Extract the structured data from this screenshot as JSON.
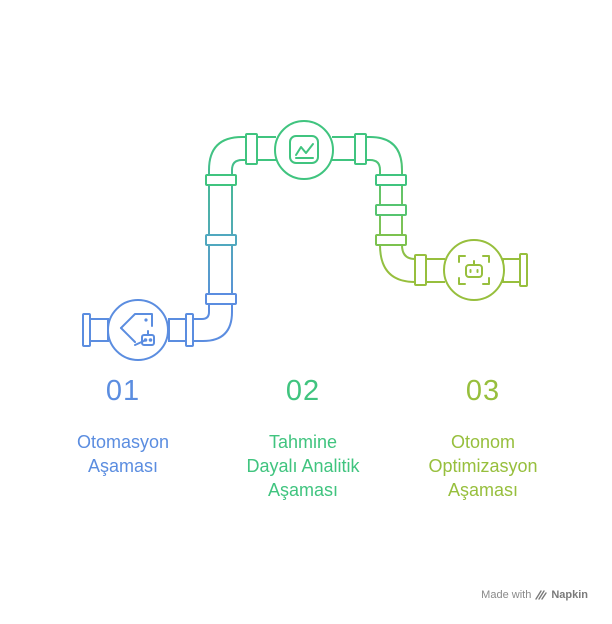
{
  "colors": {
    "blue": "#5b8de0",
    "green": "#40c47f",
    "lime": "#97bf3d"
  },
  "stages": [
    {
      "number": "01",
      "label_line1": "Otomasyon",
      "label_line2": "Aşaması",
      "label_line3": "",
      "icon": "robot-tag-icon"
    },
    {
      "number": "02",
      "label_line1": "Tahmine",
      "label_line2": "Dayalı Analitik",
      "label_line3": "Aşaması",
      "icon": "chart-icon"
    },
    {
      "number": "03",
      "label_line1": "Otonom",
      "label_line2": "Optimizasyon",
      "label_line3": "Aşaması",
      "icon": "robot-icon"
    }
  ],
  "footer": {
    "made_with": "Made with",
    "brand": "Napkin"
  }
}
